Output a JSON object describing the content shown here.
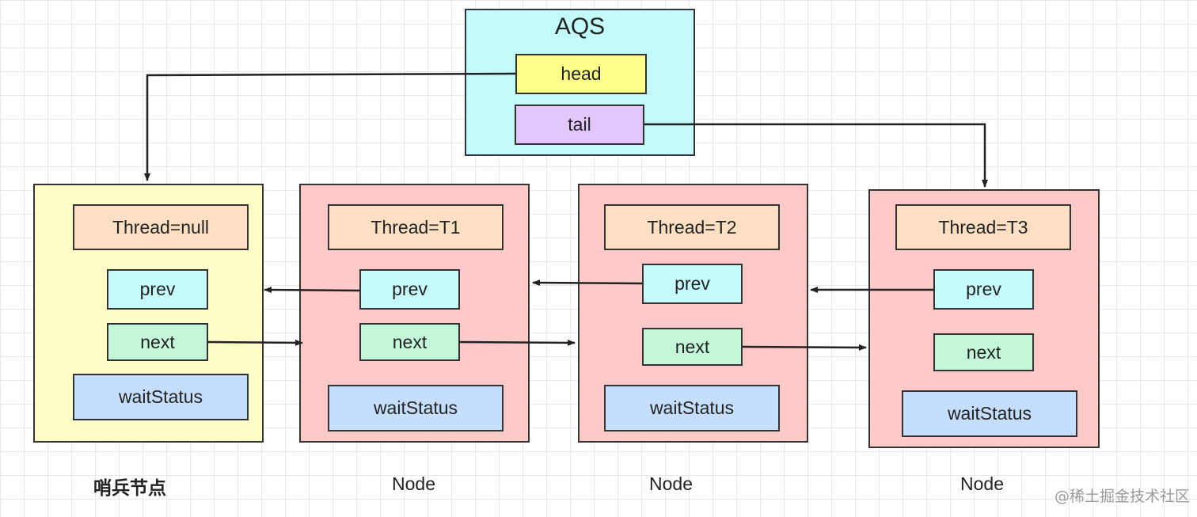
{
  "aqs": {
    "title": "AQS",
    "head": "head",
    "tail": "tail"
  },
  "nodes": [
    {
      "thread": "Thread=null",
      "prev": "prev",
      "next": "next",
      "wait": "waitStatus",
      "caption": "哨兵节点"
    },
    {
      "thread": "Thread=T1",
      "prev": "prev",
      "next": "next",
      "wait": "waitStatus",
      "caption": "Node"
    },
    {
      "thread": "Thread=T2",
      "prev": "prev",
      "next": "next",
      "wait": "waitStatus",
      "caption": "Node"
    },
    {
      "thread": "Thread=T3",
      "prev": "prev",
      "next": "next",
      "wait": "waitStatus",
      "caption": "Node"
    }
  ],
  "watermark": "@稀土掘金技术社区",
  "colors": {
    "aqs_fill": "#c3fbfb",
    "sentinel_fill": "#fdfdc7",
    "node_fill": "#fdc9c9",
    "head_fill": "#fdfd88",
    "tail_fill": "#e3c6fb",
    "thread_fill": "#fde0c4",
    "prev_fill": "#c6fbfb",
    "next_fill": "#c4f7d9",
    "waitstatus_fill": "#c6defd",
    "stroke": "#333333"
  }
}
